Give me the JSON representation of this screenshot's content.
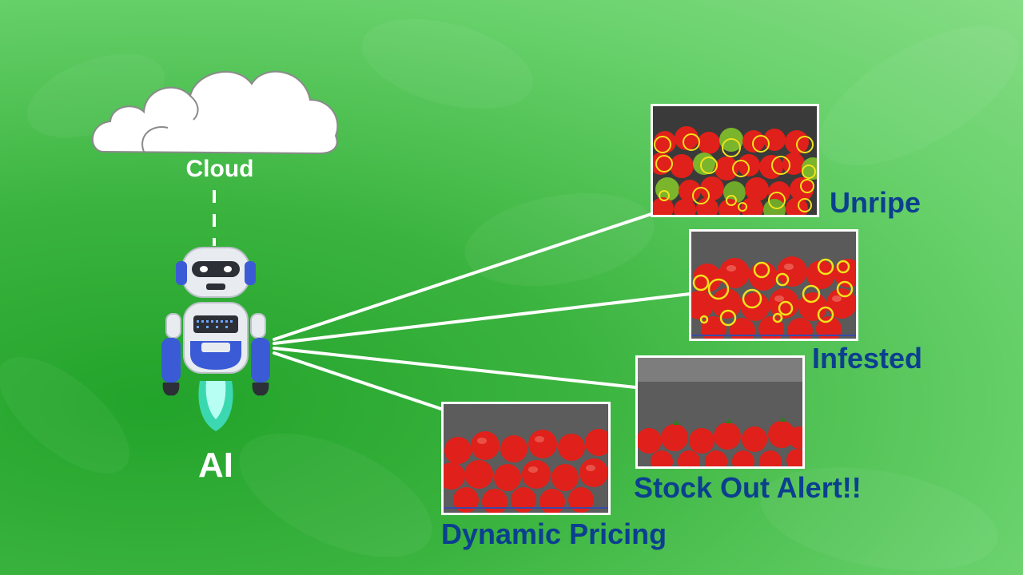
{
  "cloud": {
    "label": "Cloud"
  },
  "ai": {
    "label": "AI"
  },
  "panels": {
    "unripe": {
      "label": "Unripe"
    },
    "infested": {
      "label": "Infested"
    },
    "stockout": {
      "label": "Stock Out Alert!!"
    },
    "pricing": {
      "label": "Dynamic Pricing"
    }
  },
  "colors": {
    "label_blue": "#0b3f8f",
    "background_green": "#3bb43f",
    "tomato_red": "#e0201a",
    "highlight_yellow": "#f2e21b"
  }
}
